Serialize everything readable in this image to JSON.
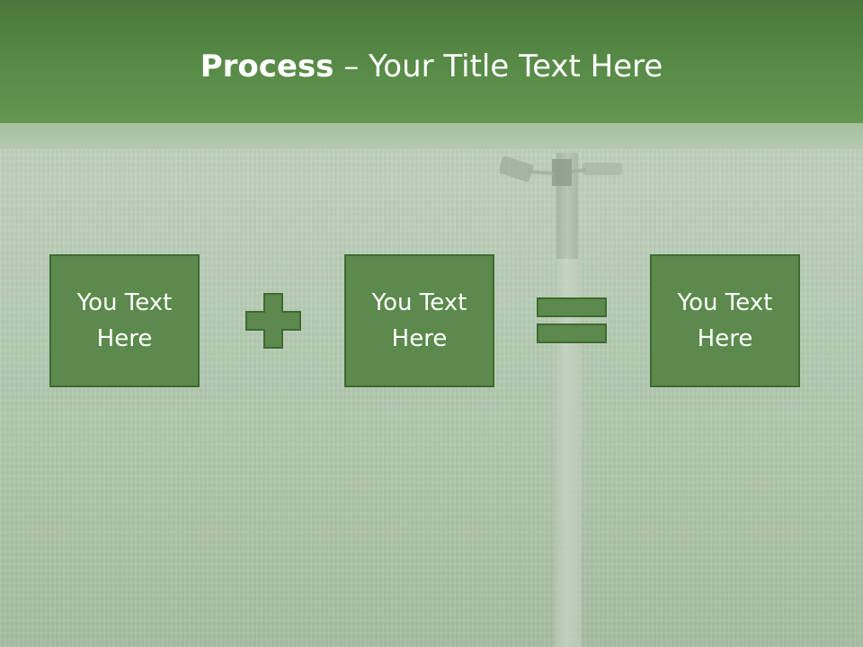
{
  "slide": {
    "title_bold": "Process",
    "title_rest": " – Your Title Text Here"
  },
  "process": {
    "boxes": [
      {
        "line1": "You Text",
        "line2": "Here"
      },
      {
        "line1": "You Text",
        "line2": "Here"
      },
      {
        "line1": "You Text",
        "line2": "Here"
      }
    ],
    "operator_plus_icon": "plus-icon",
    "operator_equals_icon": "equals-icon"
  },
  "colors": {
    "title_bar": "#578a46",
    "box_fill": "#5b8a4c",
    "box_border": "#3f6a33",
    "operator_fill": "#5b8a4c",
    "background": "#bcd0ba"
  }
}
